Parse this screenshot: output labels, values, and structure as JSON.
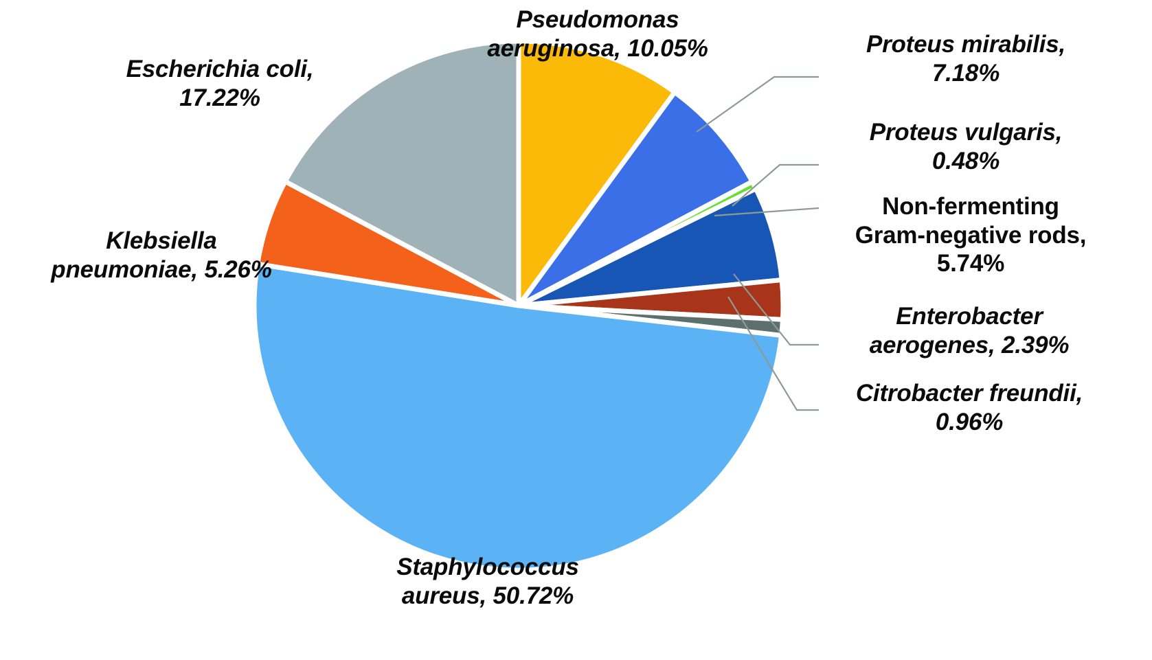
{
  "chart_data": {
    "type": "pie",
    "title": "",
    "subtitle": "",
    "xlabel": "",
    "ylabel": "",
    "legend_position": "callout-labels",
    "grid": false,
    "value_unit": "%",
    "start_angle_deg": 0,
    "direction": "clockwise",
    "categories": [
      "Pseudomonas aeruginosa",
      "Proteus mirabilis",
      "Proteus vulgaris",
      "Non-fermenting Gram-negative rods",
      "Enterobacter aerogenes",
      "Citrobacter freundii",
      "Staphylococcus aureus",
      "Klebsiella pneumoniae",
      "Escherichia coli"
    ],
    "values": [
      10.05,
      7.18,
      0.48,
      5.74,
      2.39,
      0.96,
      50.72,
      5.26,
      17.22
    ],
    "colors": [
      "#FBBA07",
      "#3A6FE8",
      "#66DD33",
      "#1756B5",
      "#A8341A",
      "#5E706B",
      "#5BB3F5",
      "#F4611A",
      "#9FB2B8"
    ],
    "slices": [
      {
        "label": "Pseudomonas aeruginosa",
        "value": 10.05,
        "color": "#FBBA07",
        "italic": true
      },
      {
        "label": "Proteus mirabilis",
        "value": 7.18,
        "color": "#3A6FE8",
        "italic": true
      },
      {
        "label": "Proteus vulgaris",
        "value": 0.48,
        "color": "#66DD33",
        "italic": true
      },
      {
        "label": "Non-fermenting Gram-negative rods",
        "value": 5.74,
        "color": "#1756B5",
        "italic": false
      },
      {
        "label": "Enterobacter aerogenes",
        "value": 2.39,
        "color": "#A8341A",
        "italic": true
      },
      {
        "label": "Citrobacter freundii",
        "value": 0.96,
        "color": "#5E706B",
        "italic": true
      },
      {
        "label": "Staphylococcus aureus",
        "value": 50.72,
        "color": "#5BB3F5",
        "italic": true
      },
      {
        "label": "Klebsiella pneumoniae",
        "value": 5.26,
        "color": "#F4611A",
        "italic": true
      },
      {
        "label": "Escherichia coli",
        "value": 17.22,
        "color": "#9FB2B8",
        "italic": true
      }
    ]
  },
  "labels": {
    "pseudomonas": "Pseudomonas\naeruginosa, 10.05%",
    "ecoli": "Escherichia coli,\n17.22%",
    "klebsiella": "Klebsiella\npneumoniae, 5.26%",
    "staphylococcus": "Staphylococcus\naureus, 50.72%",
    "proteus_mirabilis": "Proteus mirabilis,\n7.18%",
    "proteus_vulgaris": "Proteus vulgaris,\n0.48%",
    "non_fermenting": "Non-fermenting\nGram-negative rods,\n5.74%",
    "enterobacter": "Enterobacter\naerogenes, 2.39%",
    "citrobacter": "Citrobacter freundii,\n0.96%"
  },
  "style": {
    "background": "#ffffff",
    "text_color": "#0b0b0b",
    "leader_line_color": "#8d9a95",
    "slice_separator_color": "#ffffff"
  }
}
